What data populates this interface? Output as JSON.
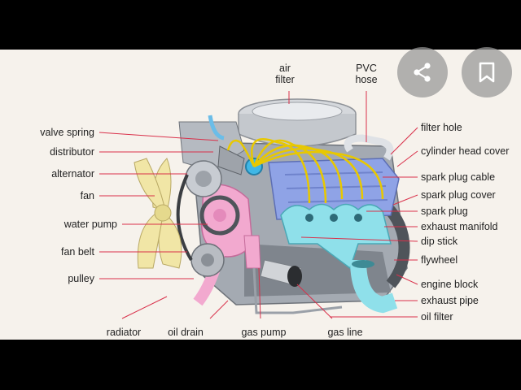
{
  "labels": {
    "air_filter": [
      "air",
      "filter"
    ],
    "pvc_hose": [
      "PVC",
      "hose"
    ],
    "valve_spring": "valve spring",
    "distributor": "distributor",
    "alternator": "alternator",
    "fan": "fan",
    "water_pump": "water pump",
    "fan_belt": "fan belt",
    "pulley": "pulley",
    "radiator": "radiator",
    "oil_drain": "oil drain",
    "gas_pump": "gas pump",
    "gas_line": "gas line",
    "filter_hole": "filter hole",
    "cylinder_head_cover": "cylinder head cover",
    "spark_plug_cable": "spark plug cable",
    "spark_plug_cover": "spark plug cover",
    "spark_plug": "spark plug",
    "exhaust_manifold": "exhaust manifold",
    "dip_stick": "dip stick",
    "flywheel": "flywheel",
    "engine_block": "engine block",
    "exhaust_pipe": "exhaust pipe",
    "oil_filter": "oil filter"
  },
  "colors": {
    "leader_line": "#d9304a",
    "engine_gray": "#9aa0a8",
    "coolant_pink": "#f2a9cf",
    "exhaust_cyan": "#8fe0ea",
    "cover_blue": "#8fa3e6",
    "cable_yellow": "#e8c800",
    "fan_yellow": "#f1e6a6"
  },
  "actions": {
    "share_icon": "share-icon",
    "bookmark_icon": "bookmark-icon"
  }
}
